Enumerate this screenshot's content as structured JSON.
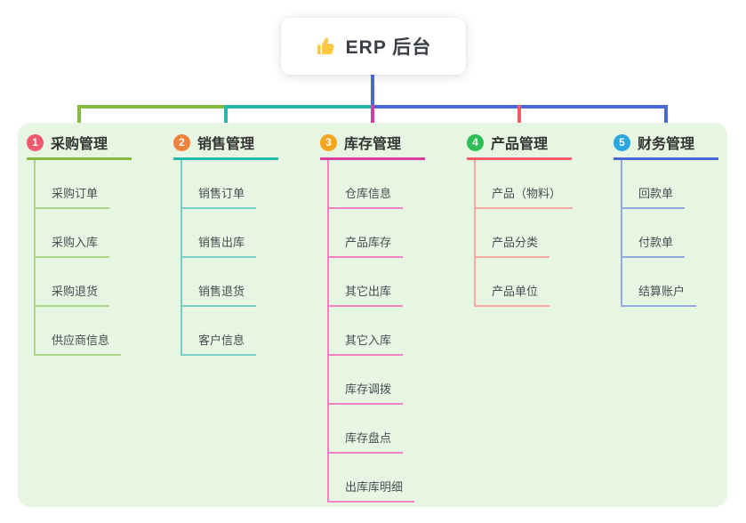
{
  "root": {
    "label": "ERP 后台",
    "icon": "thumbs-up-icon"
  },
  "colors": {
    "background": "#FFFFFF",
    "panel_bg": "#E7F6E2",
    "main_line": "#4A68D3",
    "branch_lines": [
      "#85BB40",
      "#26B8A8",
      "#DA3BA3",
      "#F55A68",
      "#4A68D3"
    ],
    "branch_child_lines": [
      "#ABD68A",
      "#76D0C5",
      "#F282C2",
      "#F9A8A2",
      "#93A9DF"
    ],
    "badge_colors": [
      "#F0586F",
      "#F0813B",
      "#F6A51F",
      "#2EBE57",
      "#2AA7E1"
    ],
    "thumb_icon": "#FFC83D"
  },
  "branches": [
    {
      "number": "1",
      "title": "采购管理",
      "children": [
        "采购订单",
        "采购入库",
        "采购退货",
        "供应商信息"
      ]
    },
    {
      "number": "2",
      "title": "销售管理",
      "children": [
        "销售订单",
        "销售出库",
        "销售退货",
        "客户信息"
      ]
    },
    {
      "number": "3",
      "title": "库存管理",
      "children": [
        "仓库信息",
        "产品库存",
        "其它出库",
        "其它入库",
        "库存调拨",
        "库存盘点",
        "出库库明细"
      ]
    },
    {
      "number": "4",
      "title": "产品管理",
      "children": [
        "产品（物料）",
        "产品分类",
        "产品单位"
      ]
    },
    {
      "number": "5",
      "title": "财务管理",
      "children": [
        "回款单",
        "付款单",
        "结算账户"
      ]
    }
  ]
}
